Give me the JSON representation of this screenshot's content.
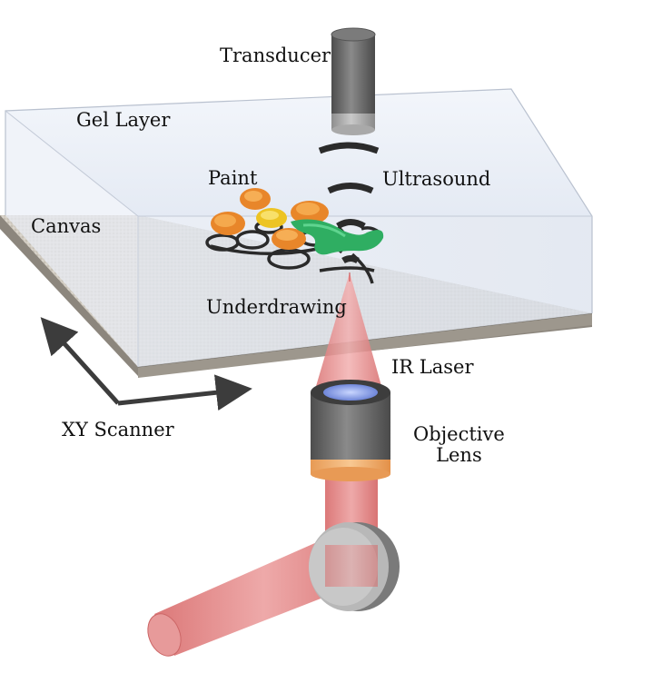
{
  "labels": {
    "transducer": "Transducer",
    "gel_layer": "Gel Layer",
    "paint": "Paint",
    "ultrasound": "Ultrasound",
    "canvas": "Canvas",
    "underdrawing": "Underdrawing",
    "ir_laser": "IR Laser",
    "xy_scanner": "XY Scanner",
    "objective_lens_line1": "Objective",
    "objective_lens_line2": "Lens"
  },
  "colors": {
    "gel": "#dfe6f2",
    "canvas": "#cfc9bf",
    "canvas_edge": "#7f7a72",
    "paint_orange": "#f0902a",
    "paint_yellow": "#f2d12c",
    "paint_green": "#2fb565",
    "underdrawing": "#2a2a2a",
    "transducer": "#6f6f6f",
    "laser": "#e07878",
    "lens_body": "#5c5c5c",
    "lens_band": "#f4b77c",
    "mirror": "#6a6a6a"
  }
}
